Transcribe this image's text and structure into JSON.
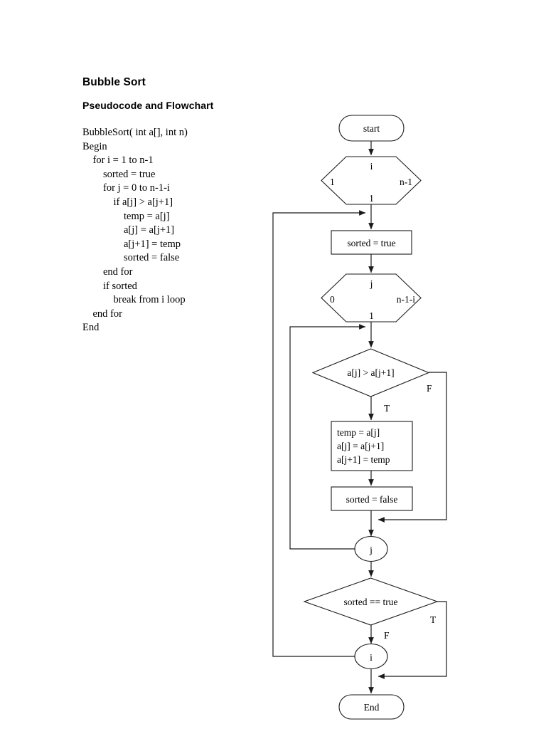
{
  "document": {
    "title": "Bubble Sort",
    "subtitle": "Pseudocode and Flowchart",
    "pseudocode": "BubbleSort( int a[], int n)\nBegin\n    for i = 1 to n-1\n        sorted = true\n        for j = 0 to n-1-i\n            if a[j] > a[j+1]\n                temp = a[j]\n                a[j] = a[j+1]\n                a[j+1] = temp\n                sorted = false\n        end for\n        if sorted\n            break from i loop\n    end for\nEnd"
  },
  "flowchart": {
    "start_label": "start",
    "end_label": "End",
    "i_loop": {
      "var": "i",
      "from": "1",
      "to": "n-1",
      "step": "1",
      "close_label": "i"
    },
    "j_loop": {
      "var": "j",
      "from": "0",
      "to": "n-1-i",
      "step": "1",
      "close_label": "j"
    },
    "process_sorted_true": "sorted = true",
    "decision_compare": "a[j] > a[j+1]",
    "decision_compare_true": "T",
    "decision_compare_false": "F",
    "process_swap_line1": "temp = a[j]",
    "process_swap_line2": "a[j] = a[j+1]",
    "process_swap_line3": "a[j+1] = temp",
    "process_sorted_false": "sorted = false",
    "decision_sorted": "sorted == true",
    "decision_sorted_true": "T",
    "decision_sorted_false": "F"
  },
  "colors": {
    "page_background": "#ffffff",
    "ink": "#000000",
    "stroke": "#1a1a1a"
  }
}
